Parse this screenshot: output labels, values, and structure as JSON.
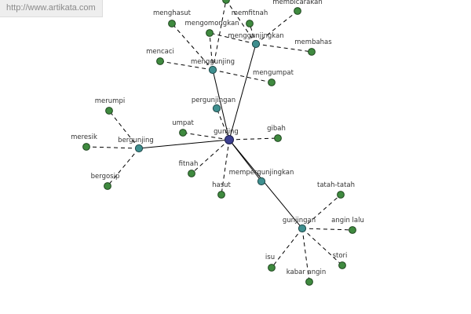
{
  "watermark": "http://www.artikata.com",
  "colors": {
    "center": "#3b3f8f",
    "hub": "#3f8f8f",
    "leaf": "#3f8a3f"
  },
  "nodes": [
    {
      "id": "gunjing",
      "label": "gunjing",
      "kind": "center"
    },
    {
      "id": "menggunjing",
      "label": "menggunjing",
      "kind": "hub"
    },
    {
      "id": "menggunjingkan",
      "label": "menggunjingkan",
      "kind": "hub"
    },
    {
      "id": "bergunjing",
      "label": "bergunjing",
      "kind": "hub"
    },
    {
      "id": "pergunjingan",
      "label": "pergunjingan",
      "kind": "hub"
    },
    {
      "id": "mempergunjingkan",
      "label": "mempergunjingkan",
      "kind": "hub"
    },
    {
      "id": "gunjingan",
      "label": "gunjingan",
      "kind": "hub"
    },
    {
      "id": "menghasut",
      "label": "menghasut",
      "kind": "leaf"
    },
    {
      "id": "memfitnah",
      "label": "memfitnah",
      "kind": "leaf"
    },
    {
      "id": "membicarakan",
      "label": "membicarakan",
      "kind": "leaf"
    },
    {
      "id": "mengomongkan",
      "label": "mengomongkan",
      "kind": "leaf"
    },
    {
      "id": "membahas",
      "label": "membahas",
      "kind": "leaf"
    },
    {
      "id": "mencaci",
      "label": "mencaci",
      "kind": "leaf"
    },
    {
      "id": "mengumpat",
      "label": "mengumpat",
      "kind": "leaf"
    },
    {
      "id": "merumpi",
      "label": "merumpi",
      "kind": "leaf"
    },
    {
      "id": "meresik",
      "label": "meresik",
      "kind": "leaf"
    },
    {
      "id": "bergosip",
      "label": "bergosip",
      "kind": "leaf"
    },
    {
      "id": "umpat",
      "label": "umpat",
      "kind": "leaf"
    },
    {
      "id": "gibah",
      "label": "gibah",
      "kind": "leaf"
    },
    {
      "id": "fitnah",
      "label": "fitnah",
      "kind": "leaf"
    },
    {
      "id": "hasut",
      "label": "hasut",
      "kind": "leaf"
    },
    {
      "id": "tatah-tatah",
      "label": "tatah-tatah",
      "kind": "leaf"
    },
    {
      "id": "angin-lalu",
      "label": "angin lalu",
      "kind": "leaf"
    },
    {
      "id": "isu",
      "label": "isu",
      "kind": "leaf"
    },
    {
      "id": "stori",
      "label": "stori",
      "kind": "leaf"
    },
    {
      "id": "kabar-angin",
      "label": "kabar angin",
      "kind": "leaf"
    },
    {
      "id": "top-leaf",
      "label": "",
      "kind": "leaf"
    }
  ],
  "edges": [
    {
      "from": "gunjing",
      "to": "menggunjing",
      "style": "solid"
    },
    {
      "from": "gunjing",
      "to": "menggunjingkan",
      "style": "solid"
    },
    {
      "from": "gunjing",
      "to": "bergunjing",
      "style": "solid"
    },
    {
      "from": "gunjing",
      "to": "mempergunjingkan",
      "style": "solid"
    },
    {
      "from": "gunjing",
      "to": "gunjingan",
      "style": "solid"
    },
    {
      "from": "gunjing",
      "to": "pergunjingan",
      "style": "dashed"
    },
    {
      "from": "gunjing",
      "to": "umpat",
      "style": "dashed"
    },
    {
      "from": "gunjing",
      "to": "gibah",
      "style": "dashed"
    },
    {
      "from": "gunjing",
      "to": "fitnah",
      "style": "dashed"
    },
    {
      "from": "gunjing",
      "to": "hasut",
      "style": "dashed"
    },
    {
      "from": "menggunjing",
      "to": "menghasut",
      "style": "dashed"
    },
    {
      "from": "menggunjing",
      "to": "mengomongkan",
      "style": "dashed"
    },
    {
      "from": "menggunjing",
      "to": "mencaci",
      "style": "dashed"
    },
    {
      "from": "menggunjing",
      "to": "mengumpat",
      "style": "dashed"
    },
    {
      "from": "menggunjing",
      "to": "top-leaf",
      "style": "dashed"
    },
    {
      "from": "menggunjingkan",
      "to": "memfitnah",
      "style": "dashed"
    },
    {
      "from": "menggunjingkan",
      "to": "membicarakan",
      "style": "dashed"
    },
    {
      "from": "menggunjingkan",
      "to": "membahas",
      "style": "dashed"
    },
    {
      "from": "menggunjingkan",
      "to": "mengomongkan",
      "style": "dashed"
    },
    {
      "from": "menggunjingkan",
      "to": "top-leaf",
      "style": "dashed"
    },
    {
      "from": "bergunjing",
      "to": "merumpi",
      "style": "dashed"
    },
    {
      "from": "bergunjing",
      "to": "meresik",
      "style": "dashed"
    },
    {
      "from": "bergunjing",
      "to": "bergosip",
      "style": "dashed"
    },
    {
      "from": "gunjingan",
      "to": "tatah-tatah",
      "style": "dashed"
    },
    {
      "from": "gunjingan",
      "to": "angin-lalu",
      "style": "dashed"
    },
    {
      "from": "gunjingan",
      "to": "isu",
      "style": "dashed"
    },
    {
      "from": "gunjingan",
      "to": "stori",
      "style": "dashed"
    },
    {
      "from": "gunjingan",
      "to": "kabar-angin",
      "style": "dashed"
    }
  ]
}
